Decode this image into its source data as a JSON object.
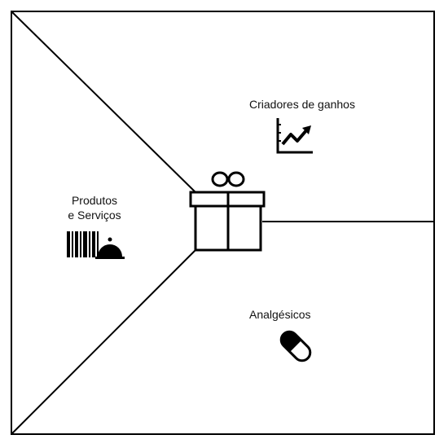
{
  "sections": {
    "gain_creators": {
      "label": "Criadores de ganhos",
      "icon": "chart-trend-icon"
    },
    "products_services": {
      "line1": "Produtos",
      "line2": "e Serviços",
      "icon": "barcode-cloche-icon"
    },
    "pain_relievers": {
      "label": "Analgésicos",
      "icon": "pill-icon"
    },
    "center": {
      "icon": "gift-icon"
    }
  },
  "colors": {
    "stroke": "#000000",
    "background": "#ffffff"
  }
}
